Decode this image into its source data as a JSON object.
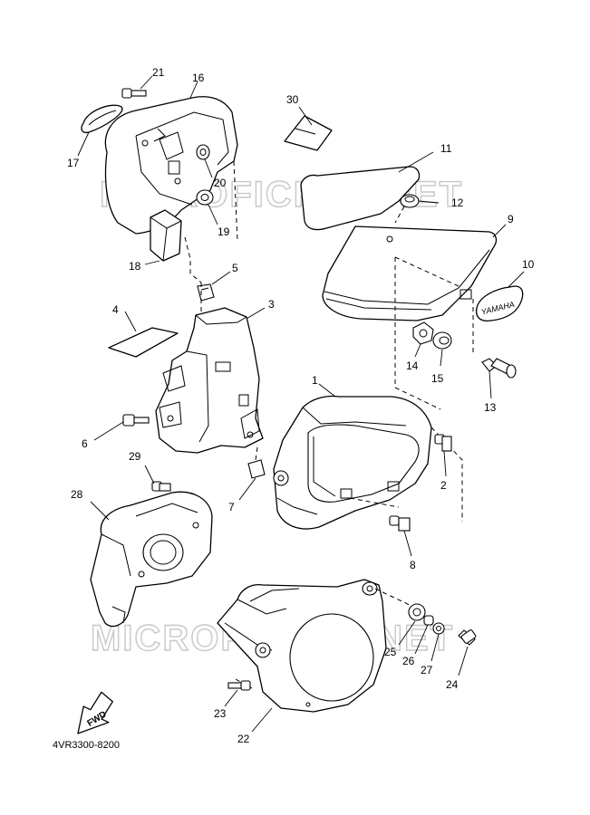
{
  "watermark": {
    "top": "MICROFICHES.NET",
    "bottom": "MICROFICHES.NET"
  },
  "emblem": "YAMAHA",
  "fwd": "FWD",
  "diagram_code": "4VR3300-8200",
  "callouts": {
    "c1": "1",
    "c2": "2",
    "c3": "3",
    "c4": "4",
    "c5": "5",
    "c6": "6",
    "c7": "7",
    "c8": "8",
    "c9": "9",
    "c10": "10",
    "c11": "11",
    "c12": "12",
    "c13": "13",
    "c14": "14",
    "c15": "15",
    "c16": "16",
    "c17": "17",
    "c18": "18",
    "c19": "19",
    "c20": "20",
    "c21": "21",
    "c22": "22",
    "c23": "23",
    "c24": "24",
    "c25": "25",
    "c26": "26",
    "c27": "27",
    "c28": "28",
    "c29": "29",
    "c30": "30"
  },
  "colors": {
    "line": "#000000",
    "watermark": "#c8c8c8",
    "background": "#ffffff"
  }
}
